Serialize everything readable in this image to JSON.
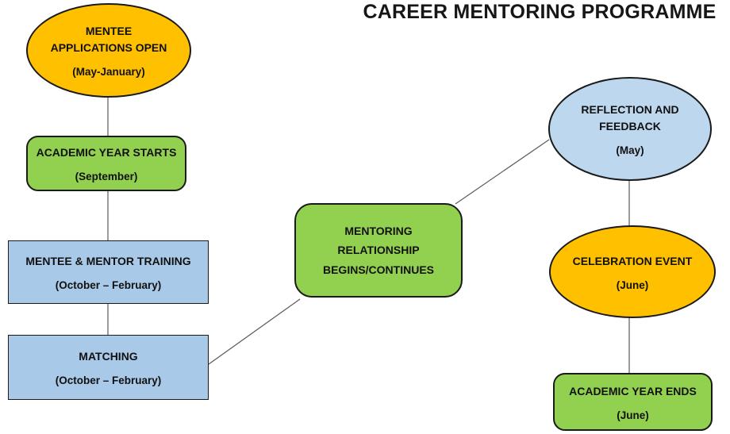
{
  "title": "CAREER MENTORING PROGRAMME",
  "colors": {
    "gold": "#FFC000",
    "green": "#92D050",
    "blue_rectangle": "#A9C9E8",
    "blue_ellipse": "#BDD7EE",
    "border": "#1a1a1a",
    "connector": "#595959",
    "background": "#ffffff",
    "text": "#111111"
  },
  "nodes": {
    "mentee_applications": {
      "label": "MENTEE\nAPPLICATIONS OPEN",
      "period": "(May-January)",
      "shape": "ellipse",
      "color": "gold"
    },
    "year_starts": {
      "label": "ACADEMIC YEAR STARTS",
      "period": "(September)",
      "shape": "rounded-rectangle",
      "color": "green"
    },
    "training": {
      "label": "MENTEE & MENTOR TRAINING",
      "period": "(October – February)",
      "shape": "rectangle",
      "color": "blue"
    },
    "matching": {
      "label": "MATCHING",
      "period": "(October – February)",
      "shape": "rectangle",
      "color": "blue"
    },
    "mentoring": {
      "label": "MENTORING\nRELATIONSHIP\nBEGINS/CONTINUES",
      "shape": "rounded-rectangle",
      "color": "green"
    },
    "reflection": {
      "label": "REFLECTION AND\nFEEDBACK",
      "period": "(May)",
      "shape": "ellipse",
      "color": "blue"
    },
    "celebration": {
      "label": "CELEBRATION EVENT",
      "period": "(June)",
      "shape": "ellipse",
      "color": "gold"
    },
    "year_ends": {
      "label": "ACADEMIC YEAR ENDS",
      "period": "(June)",
      "shape": "rounded-rectangle",
      "color": "green"
    }
  },
  "connections": [
    "mentee_applications -> year_starts",
    "year_starts -> training",
    "training -> matching",
    "matching -> mentoring",
    "mentoring -> reflection",
    "reflection -> celebration",
    "celebration -> year_ends"
  ]
}
